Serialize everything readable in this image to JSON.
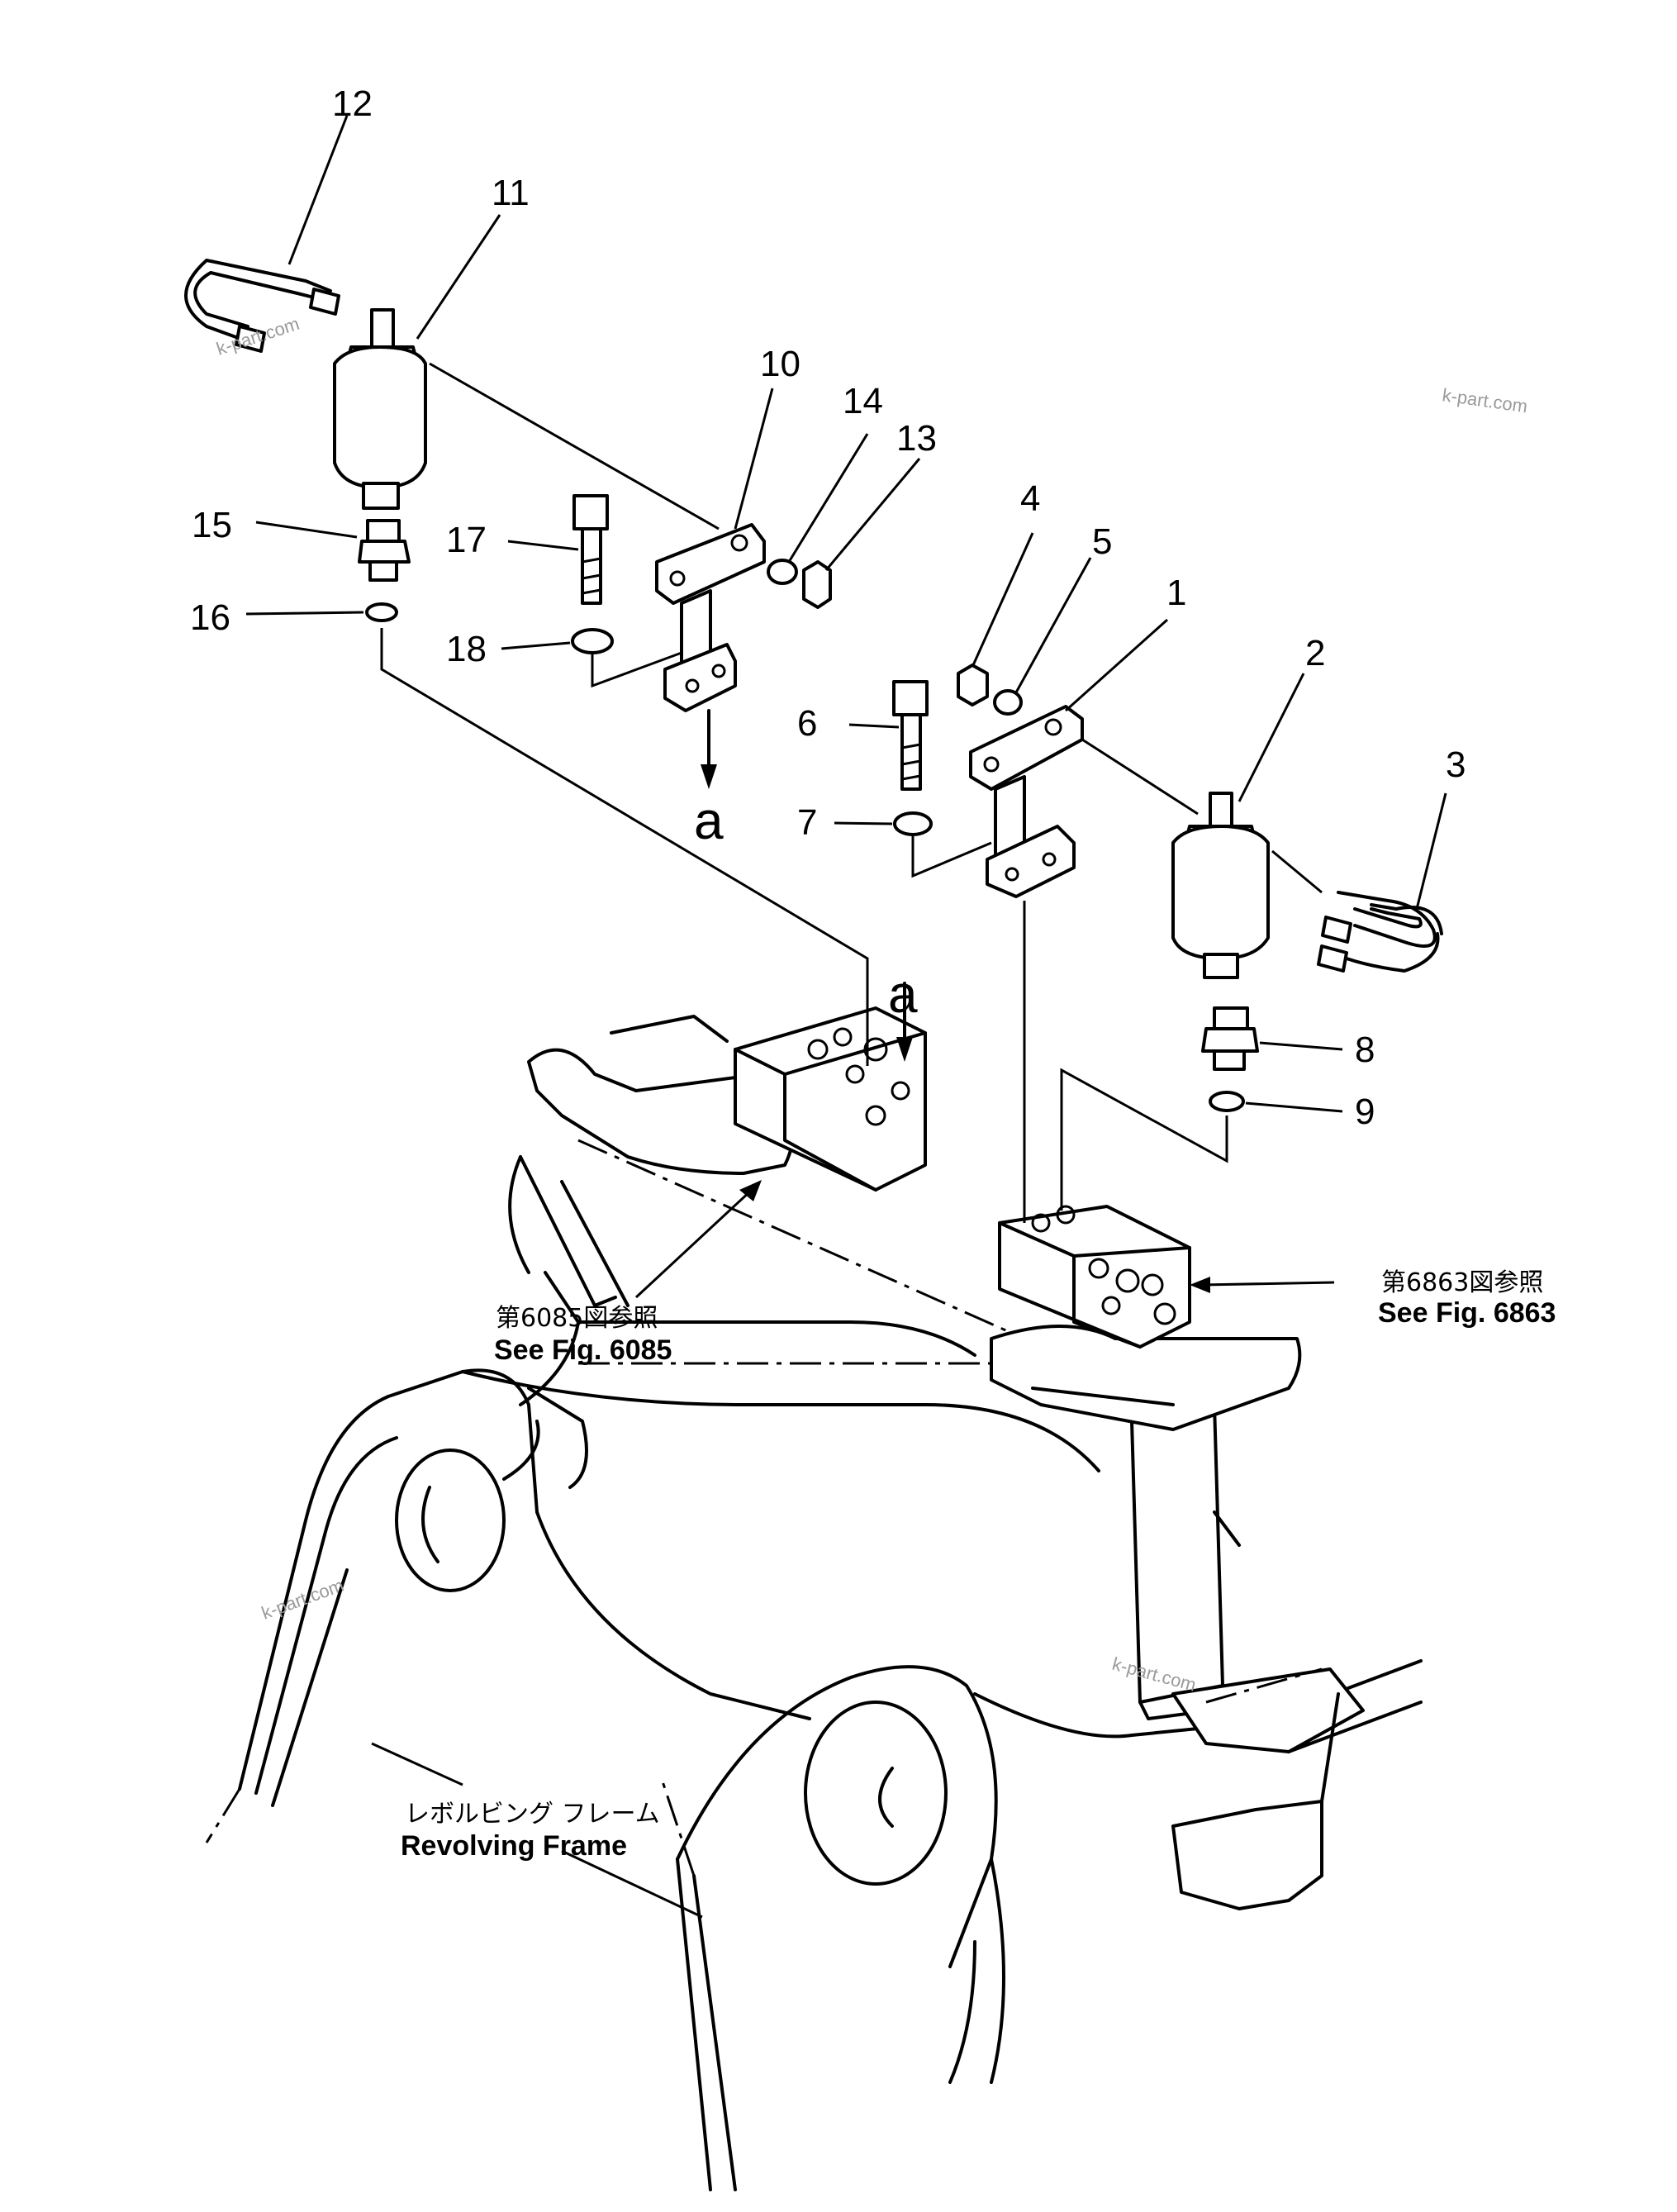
{
  "parts": {
    "p1": "1",
    "p2": "2",
    "p3": "3",
    "p4": "4",
    "p5": "5",
    "p6": "6",
    "p7": "7",
    "p8": "8",
    "p9": "9",
    "p10": "10",
    "p11": "11",
    "p12": "12",
    "p13": "13",
    "p14": "14",
    "p15": "15",
    "p16": "16",
    "p17": "17",
    "p18": "18"
  },
  "markers": {
    "a_arrow": "a",
    "a_block": "a"
  },
  "references": {
    "fig6085_jp": "第6085図参照",
    "fig6085_en": "See Fig. 6085",
    "fig6863_jp": "第6863図参照",
    "fig6863_en": "See Fig. 6863"
  },
  "frame": {
    "label_jp": "レボルビング フレーム",
    "label_en": "Revolving Frame"
  },
  "watermarks": [
    "k-part.com",
    "k-part.com",
    "k-part.com",
    "k-part.com"
  ]
}
